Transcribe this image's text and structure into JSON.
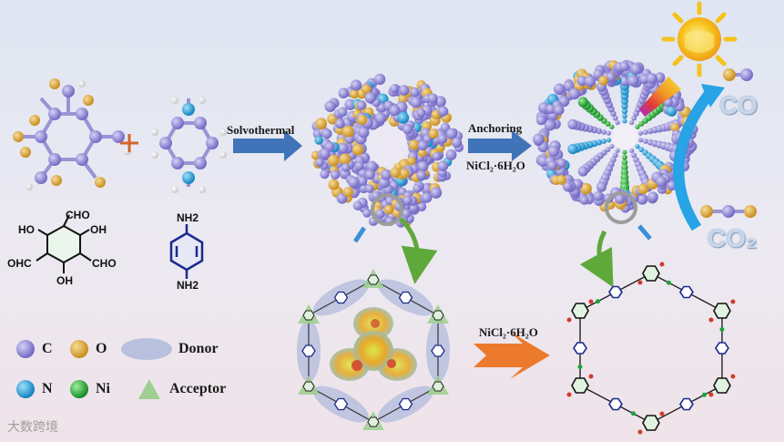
{
  "reactant_aldehyde": {
    "groups": [
      "CHO",
      "HO",
      "OH",
      "OHC",
      "CHO",
      "OH"
    ]
  },
  "reactant_amine": {
    "groups": [
      "NH2",
      "NH2"
    ]
  },
  "arrows": {
    "solvothermal": "Solvothermal",
    "anchoring": "Anchoring",
    "nicl2_top": "NiCl₂·6H₂O",
    "nicl2_bottom": "NiCl₂·6H₂O"
  },
  "products": {
    "co": "CO",
    "co2": "CO₂"
  },
  "legend": {
    "c": "C",
    "o": "O",
    "n": "N",
    "ni": "Ni",
    "donor": "Donor",
    "acceptor": "Acceptor"
  },
  "watermark": "大数跨境",
  "colors": {
    "carbon": "#8f86d6",
    "oxygen": "#d9a336",
    "nitrogen": "#2aa0d6",
    "nickel": "#1fa33a",
    "hydrogen": "#f4f4f4",
    "arrow_blue": "#3f74b8",
    "arrow_orange": "#ec7a2c",
    "arrow_green": "#5fa83a",
    "donor": "#b9c0de",
    "acceptor": "#9fcf92",
    "sun": "#f4c31e"
  }
}
